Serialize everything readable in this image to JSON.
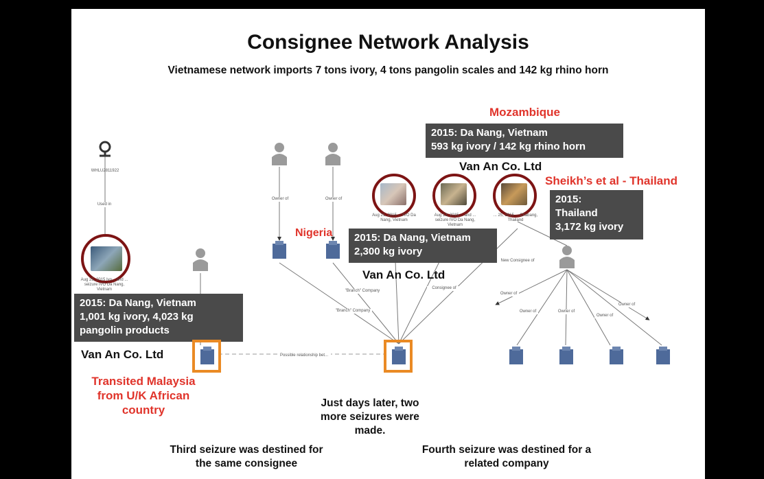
{
  "slide": {
    "title": "Consignee Network Analysis",
    "subtitle": "Vietnamese network imports 7 tons ivory, 4 tons pangolin scales and 142 kg rhino horn"
  },
  "labels": {
    "mozambique": "Mozambique",
    "nigeria": "Nigeria",
    "sheikhs": "Sheikh’s et al - Thailand",
    "transited": "Transited Malaysia from U/K African country",
    "van_an_1": "Van An Co. Ltd",
    "van_an_2": "Van An Co. Ltd",
    "van_an_3": "Van An Co. Ltd"
  },
  "boxes": {
    "mozambique_box": [
      "2015: Da Nang, Vietnam",
      "593 kg ivory / 142 kg rhino horn"
    ],
    "nigeria_box": [
      "2015: Da Nang, Vietnam",
      "2,300 kg ivory"
    ],
    "thailand_box": [
      "2015:",
      "Thailand",
      "3,172 kg ivory"
    ],
    "malaysia_box": [
      "2015: Da Nang, Vietnam",
      "1,001 kg ivory, 4,023 kg",
      "pangolin products"
    ]
  },
  "graph": {
    "container_id": "WHLU2811922",
    "used_in": "Used in",
    "owner_of": "Owner of",
    "branch_company": "\"Branch\" Company",
    "consignee_of": "Consignee of",
    "new_consignee_of": "New Consignee of",
    "possible_relationship": "Possible relationship bet...",
    "seizure_captions": [
      "Aug 25, 2015 Ivo... and ... seizure IVO Da Nang, Vietnam",
      "Aug 21, 2015 ... IVO Da Nang, Vietnam",
      "Aug 13, 2015 ... and ... seizure IVO Da Nang, Vietnam",
      "... 25, 2015 ... Chabang, Thailand"
    ]
  },
  "notes": {
    "days_later": "Just days later, two more seizures were made.",
    "third": "Third seizure was destined for the same consignee",
    "fourth": "Fourth seizure was destined for a related company"
  },
  "colors": {
    "accent_red": "#e0342b",
    "circle": "#7d1414",
    "highlight": "#ea8a24",
    "box": "#4a4a4a"
  }
}
